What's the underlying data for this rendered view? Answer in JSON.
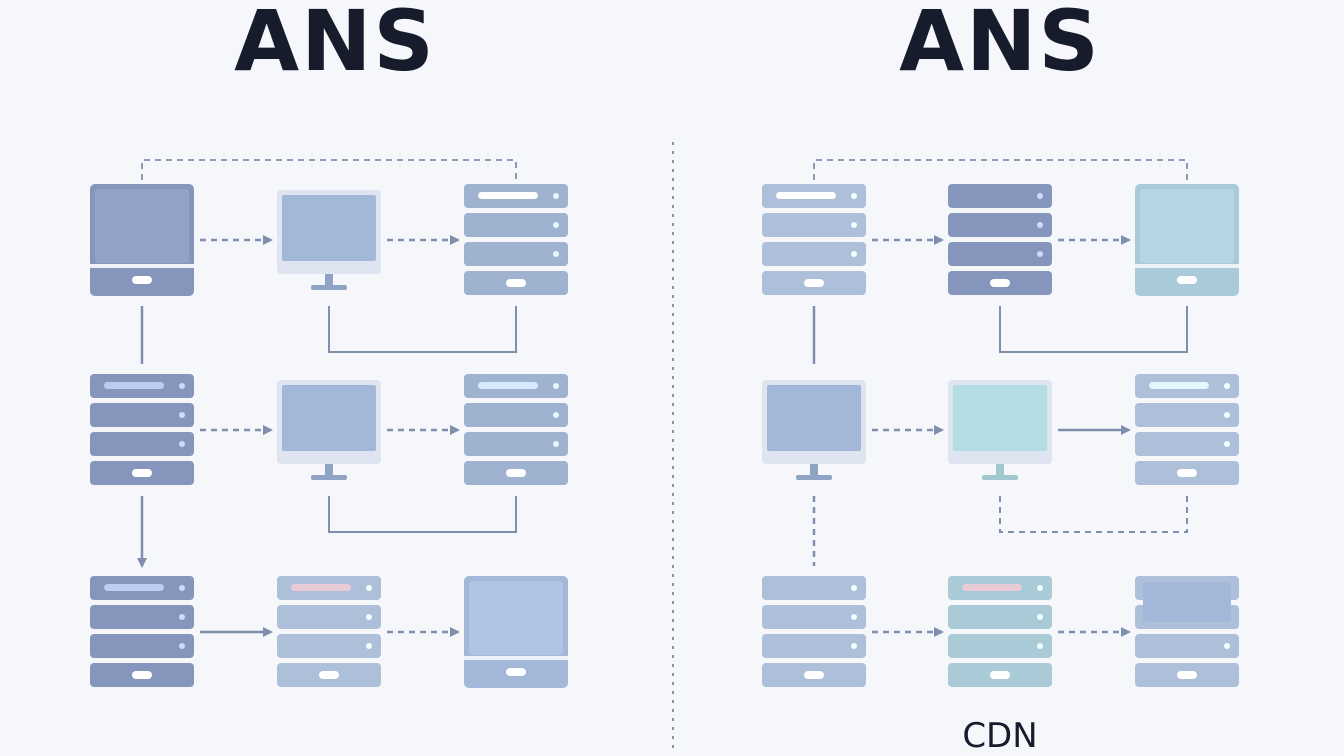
{
  "titles": {
    "left": "ANS",
    "right": "ANS",
    "right_caption": "CDN"
  },
  "colors": {
    "background": "#f6f7fb",
    "title_text": "#171c2d",
    "connector": "#7f8fae",
    "node_dark": "#8595bb",
    "node_mid": "#9fb2cf",
    "node_light": "#aebfda",
    "node_teal": "#a9cad7",
    "screen_blue": "#a3b8d8",
    "screen_teal": "#b3dce3",
    "highlight_pink": "#e9cbd8"
  },
  "panels": [
    {
      "id": "left",
      "nodes": [
        {
          "id": "L1",
          "type": "tablet-icon",
          "color": "node_dark"
        },
        {
          "id": "L2",
          "type": "monitor-icon",
          "color": "screen_blue"
        },
        {
          "id": "L3",
          "type": "server-icon",
          "color": "node_mid",
          "highlight": "white"
        },
        {
          "id": "L4",
          "type": "server-icon",
          "color": "node_dark",
          "highlight": "light"
        },
        {
          "id": "L5",
          "type": "monitor-icon",
          "color": "screen_blue"
        },
        {
          "id": "L6",
          "type": "server-icon",
          "color": "node_mid",
          "highlight": "light"
        },
        {
          "id": "L7",
          "type": "server-icon",
          "color": "node_dark",
          "highlight": "light"
        },
        {
          "id": "L8",
          "type": "server-icon",
          "color": "node_light",
          "highlight": "pink"
        },
        {
          "id": "L9",
          "type": "tablet-icon",
          "color": "screen_blue"
        }
      ],
      "connections": [
        {
          "from": "L1",
          "to": "L2",
          "style": "dashed-arrow"
        },
        {
          "from": "L2",
          "to": "L3",
          "style": "dashed-arrow"
        },
        {
          "from": "L4",
          "to": "L5",
          "style": "dashed-arrow"
        },
        {
          "from": "L5",
          "to": "L6",
          "style": "dashed-arrow"
        },
        {
          "from": "L7",
          "to": "L8",
          "style": "solid-arrow"
        },
        {
          "from": "L8",
          "to": "L9",
          "style": "dashed-arrow"
        },
        {
          "from": "L1",
          "to": "L4",
          "style": "solid-line"
        },
        {
          "from": "L4",
          "to": "L7",
          "style": "solid-arrow"
        },
        {
          "from": "L1",
          "to": "L3",
          "style": "dashed-bracket"
        }
      ]
    },
    {
      "id": "right",
      "nodes": [
        {
          "id": "R1",
          "type": "server-icon",
          "color": "node_light",
          "highlight": "white"
        },
        {
          "id": "R2",
          "type": "server-icon",
          "color": "node_dark",
          "highlight": "none"
        },
        {
          "id": "R3",
          "type": "tablet-icon",
          "color": "node_teal"
        },
        {
          "id": "R4",
          "type": "monitor-icon",
          "color": "screen_blue"
        },
        {
          "id": "R5",
          "type": "monitor-icon",
          "color": "screen_teal"
        },
        {
          "id": "R6",
          "type": "server-icon",
          "color": "node_light",
          "highlight": "light"
        },
        {
          "id": "R7",
          "type": "server-icon",
          "color": "node_light",
          "highlight": "none"
        },
        {
          "id": "R8",
          "type": "server-icon",
          "color": "node_teal",
          "highlight": "pink"
        },
        {
          "id": "R9",
          "type": "server-icon",
          "color": "node_light",
          "highlight": "screen"
        }
      ],
      "connections": [
        {
          "from": "R1",
          "to": "R2",
          "style": "dashed-arrow"
        },
        {
          "from": "R2",
          "to": "R3",
          "style": "dashed-arrow"
        },
        {
          "from": "R4",
          "to": "R5",
          "style": "dashed-arrow"
        },
        {
          "from": "R5",
          "to": "R6",
          "style": "solid-arrow"
        },
        {
          "from": "R7",
          "to": "R8",
          "style": "dashed-arrow"
        },
        {
          "from": "R8",
          "to": "R9",
          "style": "dashed-arrow"
        },
        {
          "from": "R1",
          "to": "R4",
          "style": "solid-line"
        },
        {
          "from": "R4",
          "to": "R7",
          "style": "dashed-line"
        },
        {
          "from": "R1",
          "to": "R3",
          "style": "dashed-bracket"
        }
      ]
    }
  ]
}
